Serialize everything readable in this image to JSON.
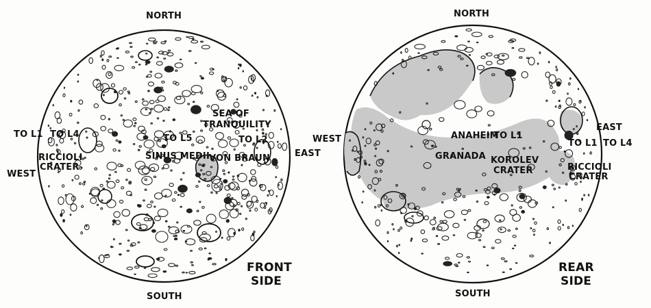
{
  "colors": {
    "ink": "#111111",
    "mare": "#c9c9c9",
    "paper": "#fdfdfb"
  },
  "front": {
    "north": "NORTH",
    "south": "SOUTH",
    "east": "EAST",
    "west": "WEST",
    "to_l1": "TO L1",
    "to_l4": "TO L4",
    "to_l5": "TO L5",
    "to_l2": "TO L2",
    "riccioli_1": "RICCIOLI",
    "riccioli_2": "CRATER",
    "sinus_medii": "SINUS MEDII",
    "sea_1": "SEA OF",
    "sea_2": "TRANQUILITY",
    "von_braun": "VON BRAUN",
    "side_1": "FRONT",
    "side_2": "SIDE"
  },
  "rear": {
    "north": "NORTH",
    "south": "SOUTH",
    "east": "EAST",
    "west": "WEST",
    "anaheim": "ANAHEIM",
    "to_l1_center": "TO L1",
    "to_l1_east": "TO L1",
    "to_l4": "TO L4",
    "granada": "GRANADA",
    "korolev_1": "KOROLEV",
    "korolev_2": "CRATER",
    "riccioli_1": "RICCIOLI",
    "riccioli_2": "CRATER",
    "side_1": "REAR",
    "side_2": "SIDE"
  }
}
